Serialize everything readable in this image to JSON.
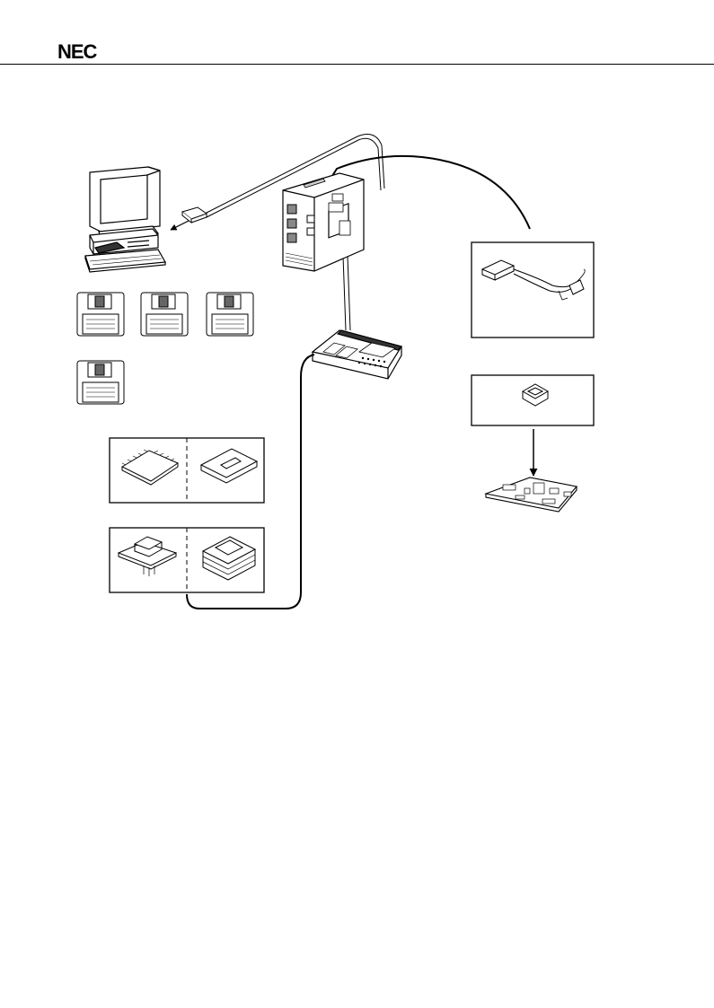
{
  "header": {
    "logo_text": "NEC"
  },
  "colors": {
    "ink": "#000000",
    "fill_gray": "#9a9a9a",
    "fill_dark": "#333333",
    "paper": "#ffffff"
  },
  "components": [
    {
      "id": "host-pc",
      "icon": "desktop-computer-icon"
    },
    {
      "id": "pc-interface-card",
      "icon": "interface-card-icon"
    },
    {
      "id": "floppy-disks",
      "icon": "floppy-disk-icon",
      "count": 4
    },
    {
      "id": "in-circuit-emulator",
      "icon": "emulator-unit-icon"
    },
    {
      "id": "pod-control-unit",
      "icon": "keypad-console-icon"
    },
    {
      "id": "probe-cable",
      "icon": "probe-cable-icon"
    },
    {
      "id": "conversion-socket",
      "icon": "socket-icon"
    },
    {
      "id": "target-board",
      "icon": "circuit-board-icon"
    },
    {
      "id": "device-packages",
      "icon": "ic-package-icon"
    },
    {
      "id": "sockets-adapters",
      "icon": "socket-adapter-icon"
    }
  ]
}
